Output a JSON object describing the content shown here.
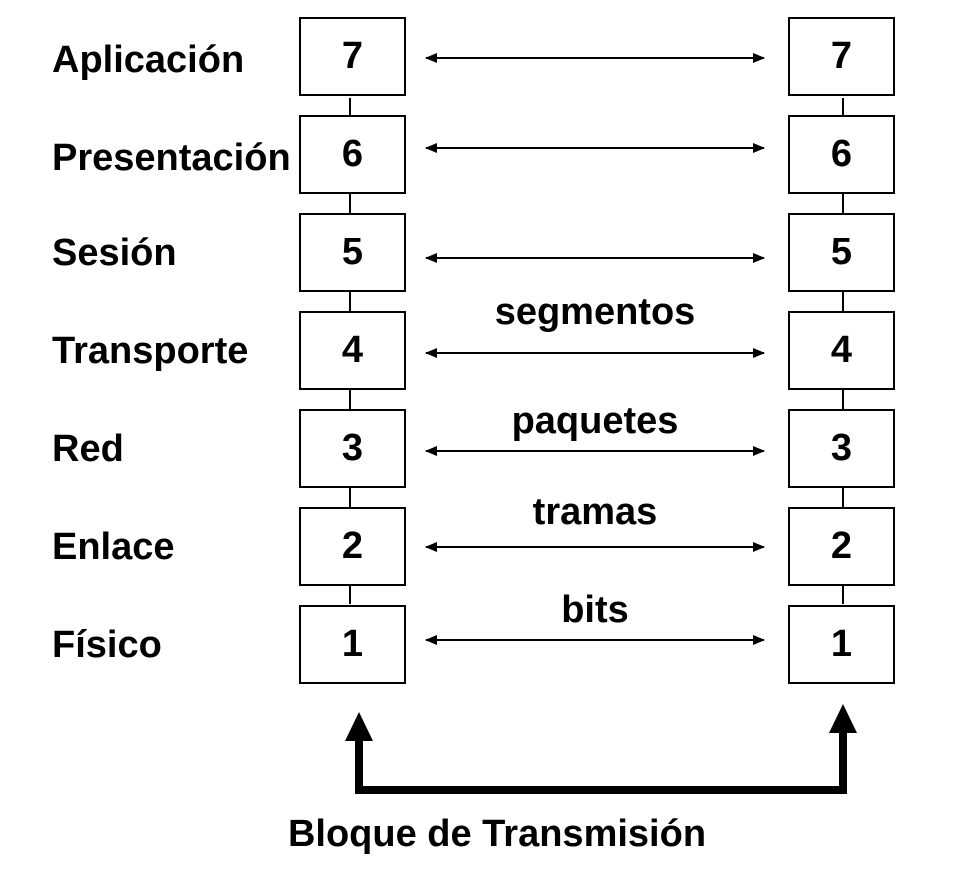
{
  "layers": [
    {
      "name": "Aplicación",
      "number": "7",
      "pdu": ""
    },
    {
      "name": "Presentación",
      "number": "6",
      "pdu": ""
    },
    {
      "name": "Sesión",
      "number": "5",
      "pdu": ""
    },
    {
      "name": "Transporte",
      "number": "4",
      "pdu": "segmentos"
    },
    {
      "name": "Red",
      "number": "3",
      "pdu": "paquetes"
    },
    {
      "name": "Enlace",
      "number": "2",
      "pdu": "tramas"
    },
    {
      "name": "Físico",
      "number": "1",
      "pdu": "bits"
    }
  ],
  "footer": {
    "label": "Bloque de Transmisión"
  }
}
